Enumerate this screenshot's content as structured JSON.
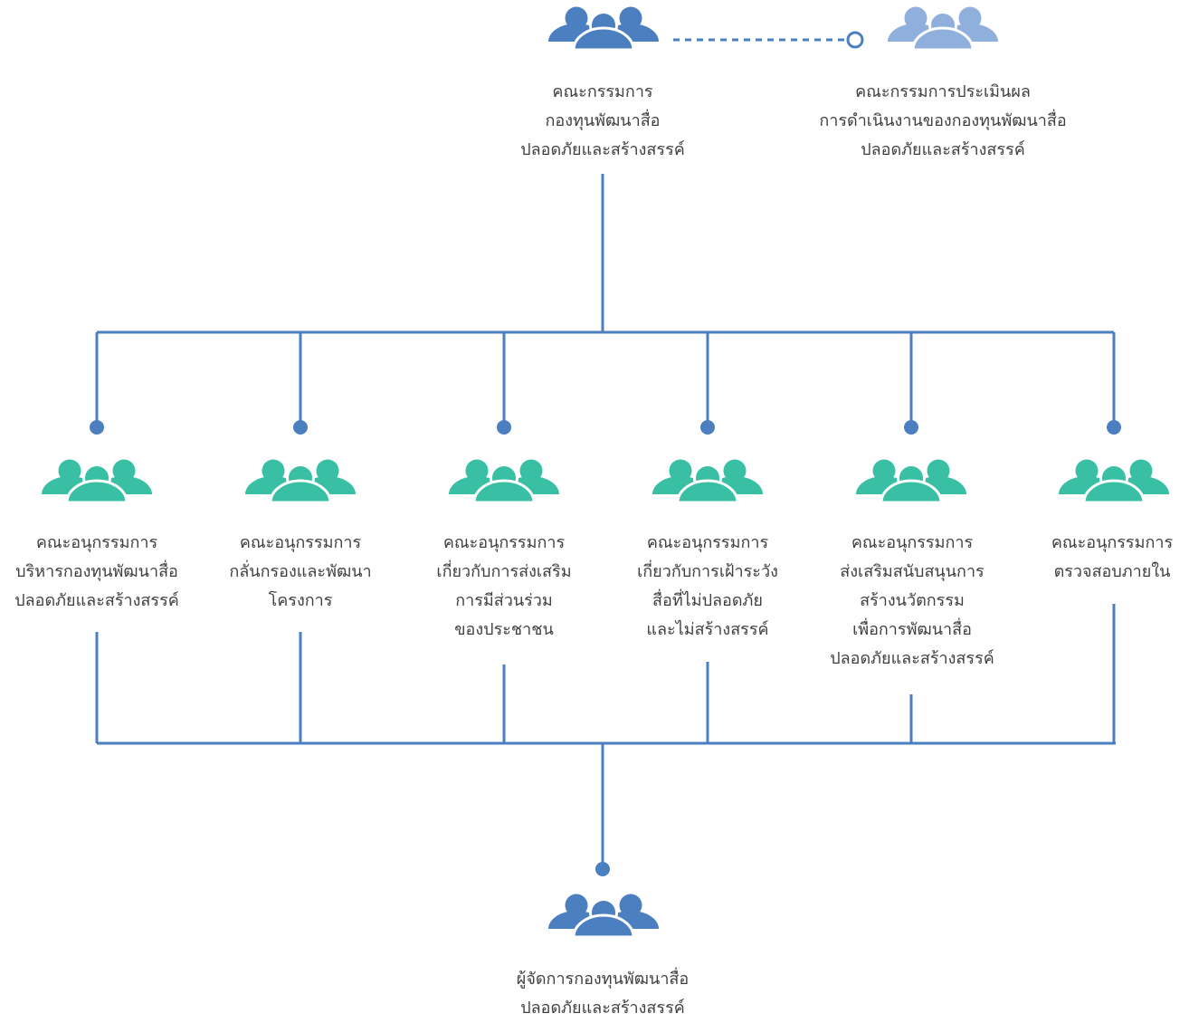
{
  "colors": {
    "line": "#4b7fc0",
    "primary_icon": "#4b7fc0",
    "evaluation_icon": "#8fafdc",
    "subcommittee_icon": "#38bfa4",
    "text": "#404040"
  },
  "board": {
    "icon": "people-group-icon",
    "lines": [
      "คณะกรรมการ",
      "กองทุนพัฒนาสื่อ",
      "ปลอดภัยและสร้างสรรค์"
    ]
  },
  "evaluation_committee": {
    "icon": "people-group-icon",
    "lines": [
      "คณะกรรมการประเมินผล",
      "การดำเนินงานของกองทุนพัฒนาสื่อ",
      "ปลอดภัยและสร้างสรรค์"
    ]
  },
  "subcommittees": [
    {
      "lines": [
        "คณะอนุกรรมการ",
        "บริหารกองทุนพัฒนาสื่อ",
        "ปลอดภัยและสร้างสรรค์"
      ]
    },
    {
      "lines": [
        "คณะอนุกรรมการ",
        "กลั่นกรองและพัฒนา",
        "โครงการ"
      ]
    },
    {
      "lines": [
        "คณะอนุกรรมการ",
        "เกี่ยวกับการส่งเสริม",
        "การมีส่วนร่วม",
        "ของประชาชน"
      ]
    },
    {
      "lines": [
        "คณะอนุกรรมการ",
        "เกี่ยวกับการเฝ้าระวัง",
        "สื่อที่ไม่ปลอดภัย",
        "และไม่สร้างสรรค์"
      ]
    },
    {
      "lines": [
        "คณะอนุกรรมการ",
        "ส่งเสริมสนับสนุนการ",
        "สร้างนวัตกรรม",
        "เพื่อการพัฒนาสื่อ",
        "ปลอดภัยและสร้างสรรค์"
      ]
    },
    {
      "lines": [
        "คณะอนุกรรมการ",
        "ตรวจสอบภายใน"
      ]
    }
  ],
  "manager": {
    "icon": "people-group-icon",
    "lines": [
      "ผู้จัดการกองทุนพัฒนาสื่อ",
      "ปลอดภัยและสร้างสรรค์"
    ]
  }
}
